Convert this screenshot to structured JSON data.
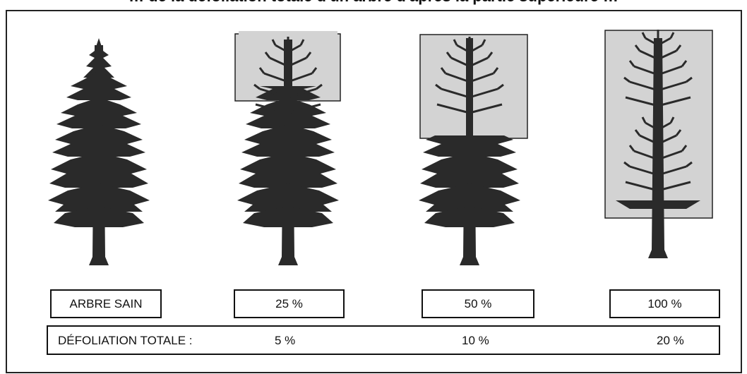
{
  "figure": {
    "title": "… de la défoliation totale d'un arbre d'après la partie supérieure …"
  },
  "panels": [
    {
      "label": "ARBRE SAIN",
      "highlight_fraction": 0
    },
    {
      "label": "25 %",
      "highlight_fraction": 0.25
    },
    {
      "label": "50 %",
      "highlight_fraction": 0.5
    },
    {
      "label": "100 %",
      "highlight_fraction": 1.0
    }
  ],
  "totals": {
    "label": "DÉFOLIATION TOTALE :",
    "values": [
      "5 %",
      "10 %",
      "20 %"
    ]
  },
  "colors": {
    "tree": "#2a2a2a",
    "highlight": "#d3d3d3",
    "border": "#111111"
  }
}
